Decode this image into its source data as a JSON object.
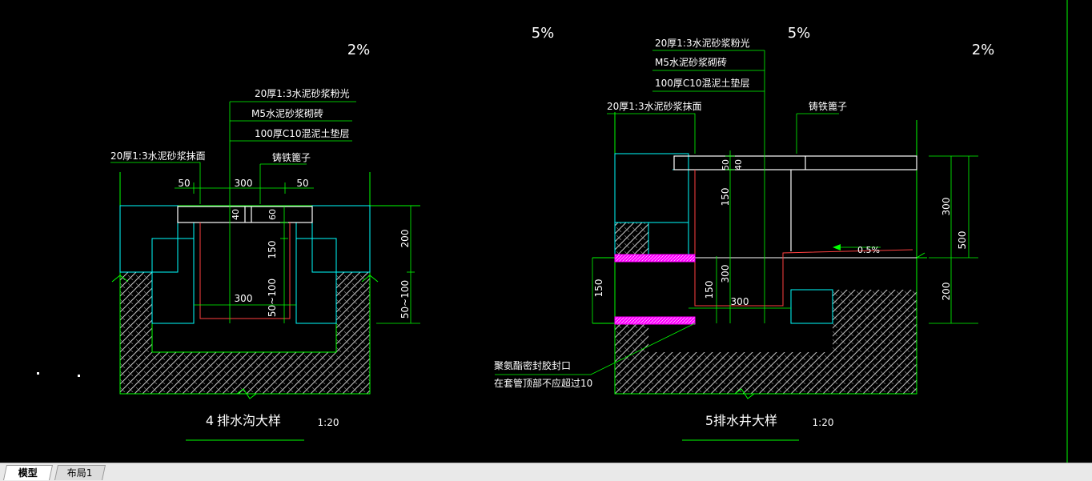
{
  "tabs": [
    {
      "label": "模型",
      "active": true
    },
    {
      "label": "布局1",
      "active": false
    }
  ],
  "colors": {
    "background": "#000000",
    "wall": "#00ffff",
    "dimension": "#00ff00",
    "pipe": "#ff4040",
    "seal": "#ff00ff",
    "text": "#ffffff"
  },
  "drawing1": {
    "title_num": "4",
    "title": "排水沟大样",
    "scale": "1:20",
    "slope_left": "2%",
    "note1": "20厚1:3水泥砂浆粉光",
    "note2": "M5水泥砂浆砌砖",
    "note3": "100厚C10混泥土垫层",
    "note_side": "20厚1:3水泥砂浆抹面",
    "note_grate": "铸铁篦子",
    "dim_50a": "50",
    "dim_300_top": "300",
    "dim_50b": "50",
    "dim_40": "40",
    "dim_60": "60",
    "dim_150": "150",
    "dim_50_100_in": "50~100",
    "dim_300_bottom": "300",
    "dim_200": "200",
    "dim_50_100_out": "50~100"
  },
  "drawing2": {
    "title_num": "5",
    "title": "排水井大样",
    "scale": "1:20",
    "slope_left": "5%",
    "slope_mid": "5%",
    "slope_right": "2%",
    "note1": "20厚1:3水泥砂浆粉光",
    "note2": "M5水泥砂浆砌砖",
    "note3": "100厚C10混泥土垫层",
    "note_side": "20厚1:3水泥砂浆抹面",
    "note_grate": "铸铁篦子",
    "dim_50": "50",
    "dim_40": "40",
    "dim_150_upper": "150",
    "dim_300_right": "300",
    "dim_500": "500",
    "slope_pipe": "0.5%",
    "dim_300_mid": "300",
    "dim_150_left": "150",
    "dim_150_mid": "150",
    "dim_300_bottom": "300",
    "dim_200": "200",
    "seal_note1": "聚氨酯密封胶封口",
    "seal_note2": "在套管顶部不应超过10"
  }
}
